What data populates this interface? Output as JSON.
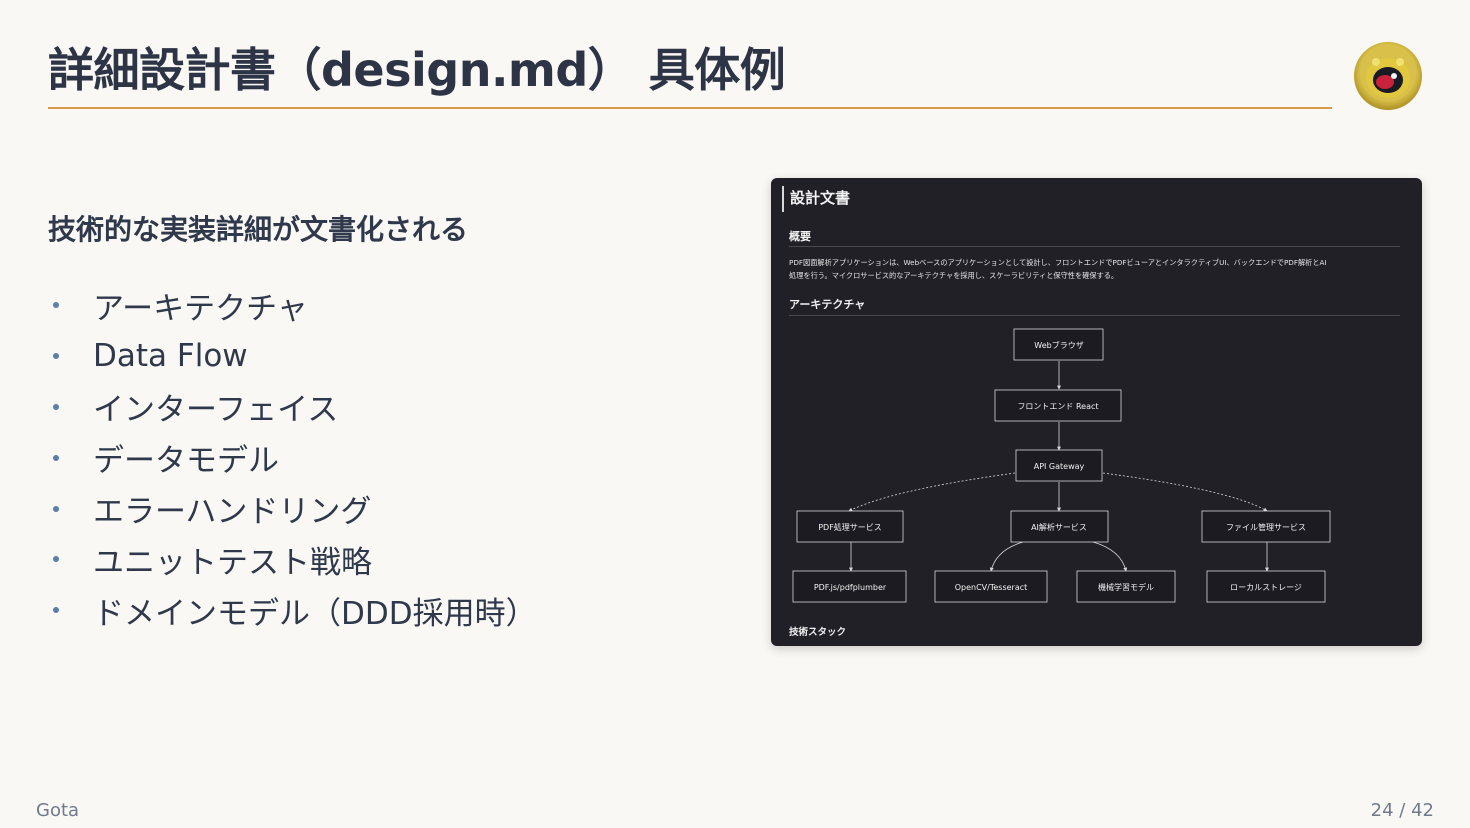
{
  "slide": {
    "title": "詳細設計書（design.md） 具体例",
    "subheading": "技術的な実装詳細が文書化される",
    "bullets": [
      "アーキテクチャ",
      "Data Flow",
      "インターフェイス",
      "データモデル",
      "エラーハンドリング",
      "ユニットテスト戦略",
      "ドメインモデル（DDD採用時）"
    ],
    "avatar_icon": "avatar-icon"
  },
  "screenshot": {
    "heading": "設計文書",
    "overview_heading": "概要",
    "overview_text_1": "PDF図面解析アプリケーションは、Webベースのアプリケーションとして設計し、フロントエンドでPDFビューアとインタラクティブUI、バックエンドでPDF解析とAI",
    "overview_text_2": "処理を行う。マイクロサービス的なアーキテクチャを採用し、スケーラビリティと保守性を確保する。",
    "architecture_heading": "アーキテクチャ",
    "tech_stack_heading": "技術スタック",
    "nodes": {
      "browser": "Webブラウザ",
      "frontend": "フロントエンド React",
      "gateway": "API Gateway",
      "pdf_service": "PDF処理サービス",
      "ai_service": "AI解析サービス",
      "file_service": "ファイル管理サービス",
      "pdfjs": "PDF.js/pdfplumber",
      "opencv": "OpenCV/Tesseract",
      "ml_model": "機械学習モデル",
      "local_storage": "ローカルストレージ"
    }
  },
  "footer": {
    "author": "Gota",
    "page": "24 / 42"
  }
}
